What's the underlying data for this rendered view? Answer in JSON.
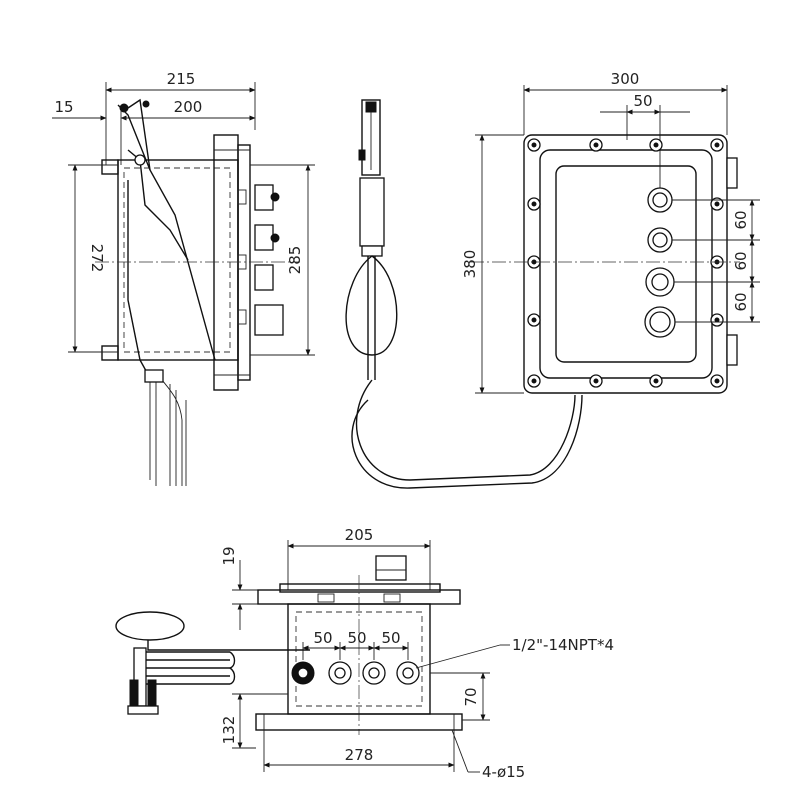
{
  "drawing": {
    "side_view": {
      "overall_width": "215",
      "body_depth": "200",
      "flange": "15",
      "mount_height": "272",
      "height": "285"
    },
    "front_view": {
      "width": "300",
      "entry_offset": "50",
      "height": "380",
      "entry_pitch": [
        "60",
        "60",
        "60"
      ]
    },
    "bottom_view": {
      "top_width": "205",
      "lid_thickness": "19",
      "entry_spacing": [
        "50",
        "50",
        "50"
      ],
      "entry_callout": "1/2\"-14NPT*4",
      "entry_height": "70",
      "base_height": "132",
      "base_width": "278",
      "mount_holes": "4-ø15"
    }
  }
}
